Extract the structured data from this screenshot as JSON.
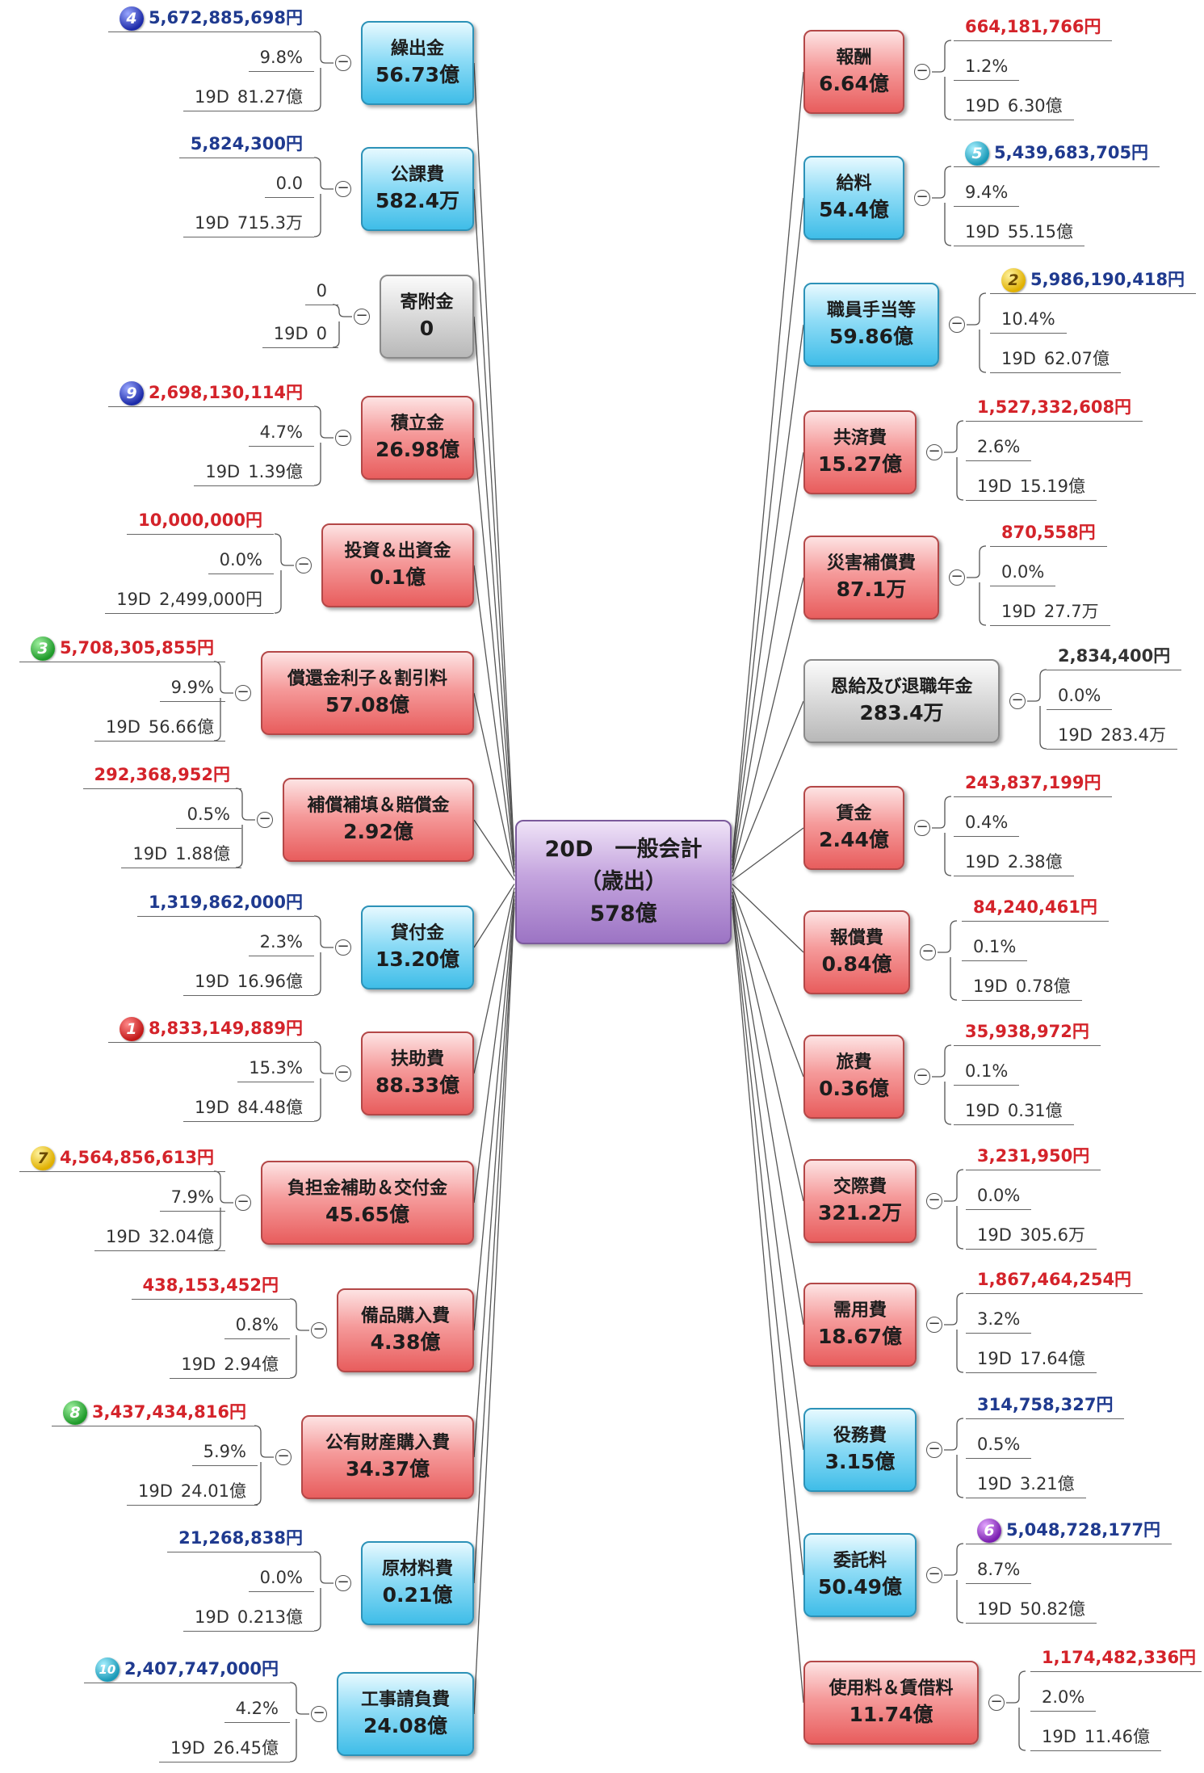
{
  "center": {
    "line1": "20D　一般会計",
    "line2": "（歳出）",
    "value": "578億"
  },
  "left": [
    {
      "label": "繰出金",
      "value": "56.73億",
      "color": "blue",
      "amount": "5,672,885,698円",
      "amount_color": "blue",
      "rank": "4",
      "share": "9.8%",
      "prev_label": "19D",
      "prev_value": "81.27億"
    },
    {
      "label": "公課費",
      "value": "582.4万",
      "color": "blue",
      "amount": "5,824,300円",
      "amount_color": "blue",
      "rank": "",
      "share": "0.0",
      "prev_label": "19D",
      "prev_value": "715.3万"
    },
    {
      "label": "寄附金",
      "value": "0",
      "color": "gray",
      "amount": "",
      "amount_color": "",
      "rank": "",
      "share": "0",
      "prev_label": "19D",
      "prev_value": "0"
    },
    {
      "label": "積立金",
      "value": "26.98億",
      "color": "red",
      "amount": "2,698,130,114円",
      "amount_color": "red",
      "rank": "9",
      "share": "4.7%",
      "prev_label": "19D",
      "prev_value": "1.39億"
    },
    {
      "label": "投資＆出資金",
      "value": "0.1億",
      "color": "red",
      "amount": "10,000,000円",
      "amount_color": "red",
      "rank": "",
      "share": "0.0%",
      "prev_label": "19D",
      "prev_value": "2,499,000円"
    },
    {
      "label": "償還金利子＆割引料",
      "value": "57.08億",
      "color": "red",
      "amount": "5,708,305,855円",
      "amount_color": "red",
      "rank": "3",
      "share": "9.9%",
      "prev_label": "19D",
      "prev_value": "56.66億"
    },
    {
      "label": "補償補填＆賠償金",
      "value": "2.92億",
      "color": "red",
      "amount": "292,368,952円",
      "amount_color": "red",
      "rank": "",
      "share": "0.5%",
      "prev_label": "19D",
      "prev_value": "1.88億"
    },
    {
      "label": "貸付金",
      "value": "13.20億",
      "color": "blue",
      "amount": "1,319,862,000円",
      "amount_color": "blue",
      "rank": "",
      "share": "2.3%",
      "prev_label": "19D",
      "prev_value": "16.96億"
    },
    {
      "label": "扶助費",
      "value": "88.33億",
      "color": "red",
      "amount": "8,833,149,889円",
      "amount_color": "red",
      "rank": "1",
      "share": "15.3%",
      "prev_label": "19D",
      "prev_value": "84.48億"
    },
    {
      "label": "負担金補助＆交付金",
      "value": "45.65億",
      "color": "red",
      "amount": "4,564,856,613円",
      "amount_color": "red",
      "rank": "7",
      "share": "7.9%",
      "prev_label": "19D",
      "prev_value": "32.04億"
    },
    {
      "label": "備品購入費",
      "value": "4.38億",
      "color": "red",
      "amount": "438,153,452円",
      "amount_color": "red",
      "rank": "",
      "share": "0.8%",
      "prev_label": "19D",
      "prev_value": "2.94億"
    },
    {
      "label": "公有財産購入費",
      "value": "34.37億",
      "color": "red",
      "amount": "3,437,434,816円",
      "amount_color": "red",
      "rank": "8",
      "share": "5.9%",
      "prev_label": "19D",
      "prev_value": "24.01億"
    },
    {
      "label": "原材料費",
      "value": "0.21億",
      "color": "blue",
      "amount": "21,268,838円",
      "amount_color": "blue",
      "rank": "",
      "share": "0.0%",
      "prev_label": "19D",
      "prev_value": "0.213億"
    },
    {
      "label": "工事請負費",
      "value": "24.08億",
      "color": "blue",
      "amount": "2,407,747,000円",
      "amount_color": "blue",
      "rank": "10",
      "share": "4.2%",
      "prev_label": "19D",
      "prev_value": "26.45億"
    }
  ],
  "right": [
    {
      "label": "報酬",
      "value": "6.64億",
      "color": "red",
      "amount": "664,181,766円",
      "amount_color": "red",
      "rank": "",
      "share": "1.2%",
      "prev_label": "19D",
      "prev_value": "6.30億"
    },
    {
      "label": "給料",
      "value": "54.4億",
      "color": "blue",
      "amount": "5,439,683,705円",
      "amount_color": "blue",
      "rank": "5",
      "share": "9.4%",
      "prev_label": "19D",
      "prev_value": "55.15億"
    },
    {
      "label": "職員手当等",
      "value": "59.86億",
      "color": "blue",
      "amount": "5,986,190,418円",
      "amount_color": "blue",
      "rank": "2",
      "share": "10.4%",
      "prev_label": "19D",
      "prev_value": "62.07億"
    },
    {
      "label": "共済費",
      "value": "15.27億",
      "color": "red",
      "amount": "1,527,332,608円",
      "amount_color": "red",
      "rank": "",
      "share": "2.6%",
      "prev_label": "19D",
      "prev_value": "15.19億"
    },
    {
      "label": "災害補償費",
      "value": "87.1万",
      "color": "red",
      "amount": "870,558円",
      "amount_color": "red",
      "rank": "",
      "share": "0.0%",
      "prev_label": "19D",
      "prev_value": "27.7万"
    },
    {
      "label": "恩給及び退職年金",
      "value": "283.4万",
      "color": "gray",
      "amount": "2,834,400円",
      "amount_color": "black",
      "rank": "",
      "share": "0.0%",
      "prev_label": "19D",
      "prev_value": "283.4万"
    },
    {
      "label": "賃金",
      "value": "2.44億",
      "color": "red",
      "amount": "243,837,199円",
      "amount_color": "red",
      "rank": "",
      "share": "0.4%",
      "prev_label": "19D",
      "prev_value": "2.38億"
    },
    {
      "label": "報償費",
      "value": "0.84億",
      "color": "red",
      "amount": "84,240,461円",
      "amount_color": "red",
      "rank": "",
      "share": "0.1%",
      "prev_label": "19D",
      "prev_value": "0.78億"
    },
    {
      "label": "旅費",
      "value": "0.36億",
      "color": "red",
      "amount": "35,938,972円",
      "amount_color": "red",
      "rank": "",
      "share": "0.1%",
      "prev_label": "19D",
      "prev_value": "0.31億"
    },
    {
      "label": "交際費",
      "value": "321.2万",
      "color": "red",
      "amount": "3,231,950円",
      "amount_color": "red",
      "rank": "",
      "share": "0.0%",
      "prev_label": "19D",
      "prev_value": "305.6万"
    },
    {
      "label": "需用費",
      "value": "18.67億",
      "color": "red",
      "amount": "1,867,464,254円",
      "amount_color": "red",
      "rank": "",
      "share": "3.2%",
      "prev_label": "19D",
      "prev_value": "17.64億"
    },
    {
      "label": "役務費",
      "value": "3.15億",
      "color": "blue",
      "amount": "314,758,327円",
      "amount_color": "blue",
      "rank": "",
      "share": "0.5%",
      "prev_label": "19D",
      "prev_value": "3.21億"
    },
    {
      "label": "委託料",
      "value": "50.49億",
      "color": "blue",
      "amount": "5,048,728,177円",
      "amount_color": "blue",
      "rank": "6",
      "share": "8.7%",
      "prev_label": "19D",
      "prev_value": "50.82億"
    },
    {
      "label": "使用料＆賃借料",
      "value": "11.74億",
      "color": "red",
      "amount": "1,174,482,336円",
      "amount_color": "red",
      "rank": "",
      "share": "2.0%",
      "prev_label": "19D",
      "prev_value": "11.46億"
    }
  ],
  "colors": {
    "red_text": "#d4232a",
    "blue_text": "#1f3a8f",
    "line": "#555555"
  },
  "icons": {
    "toggle": "collapse-minus-icon"
  }
}
